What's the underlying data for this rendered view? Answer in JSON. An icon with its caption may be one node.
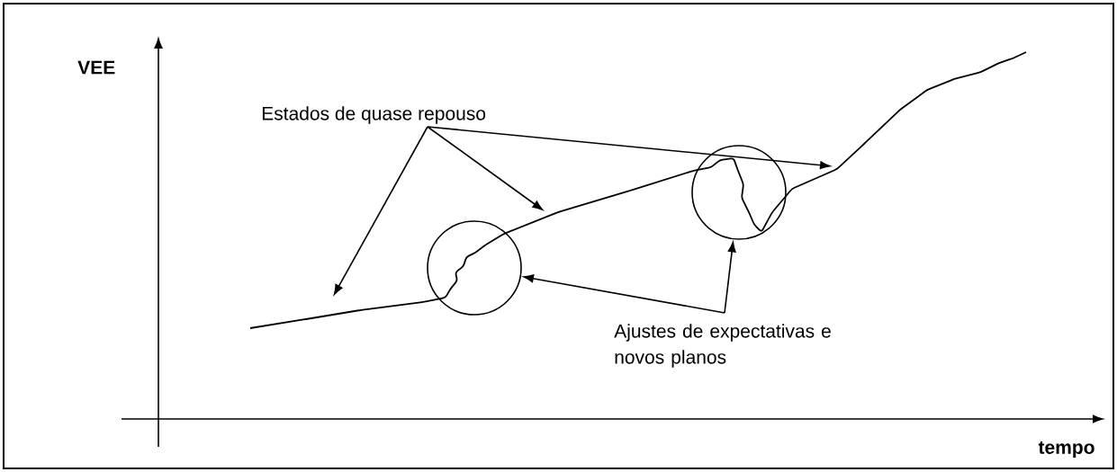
{
  "diagram": {
    "nodes": [
      {
        "text": [
          "Estados de quase repouso"
        ]
      },
      {
        "text": [
          "Ajustes de expectativas e novos planos"
        ]
      },
      {
        "text": [],
        "shape": "circle"
      },
      {
        "text": [],
        "shape": "circle"
      }
    ],
    "edges": [
      {
        "from": 0,
        "to": null,
        "arrow": "to"
      },
      {
        "from": 0,
        "to": null,
        "arrow": "to"
      },
      {
        "from": 0,
        "to": null,
        "arrow": "to"
      },
      {
        "from": 1,
        "to": 2,
        "arrow": "to"
      },
      {
        "from": 1,
        "to": 3,
        "arrow": "to"
      }
    ],
    "labels": [
      "VEE",
      "tempo"
    ]
  }
}
